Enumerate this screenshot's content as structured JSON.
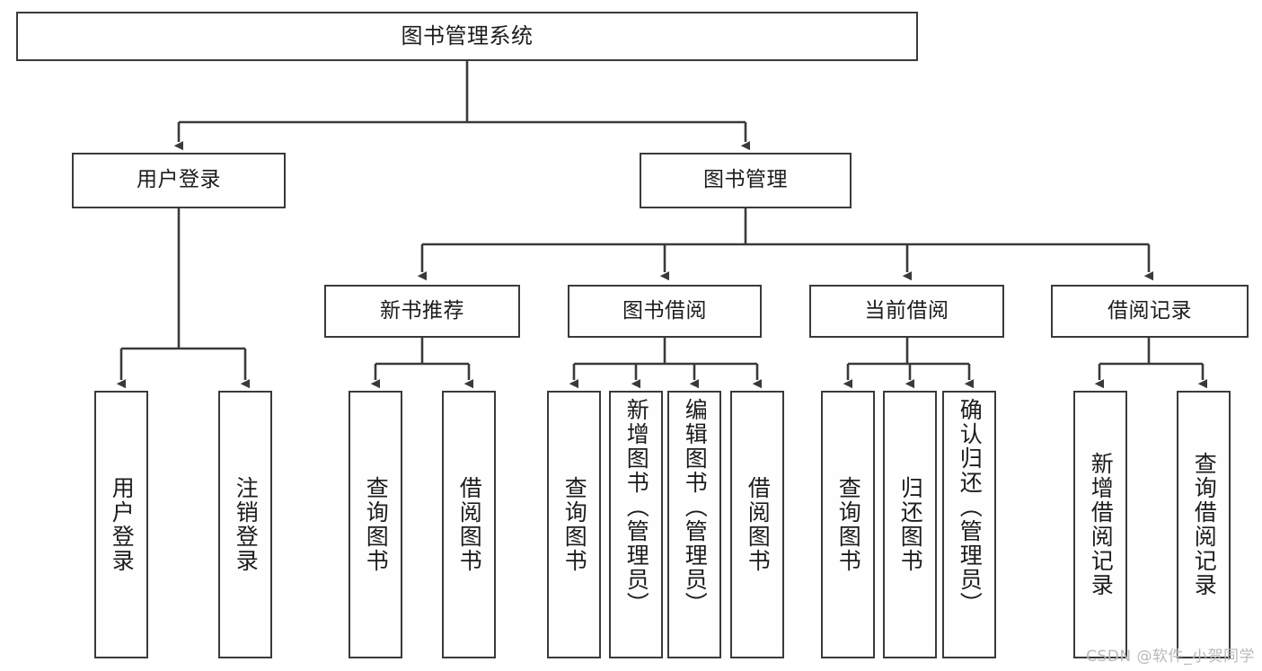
{
  "diagram": {
    "title": "图书管理系统",
    "type": "tree-hierarchy-chart",
    "watermark": "CSDN @软件_小贺同学",
    "colors": {
      "box_border": "#3a3a3a",
      "box_fill": "#fefefe",
      "edge": "#3a3a3a",
      "text": "#1c1c1c",
      "watermark": "#b9b9b9",
      "background": "#ffffff"
    }
  },
  "nodes": {
    "root": {
      "label": "图书管理系统"
    },
    "level2": [
      {
        "label": "用户登录"
      },
      {
        "label": "图书管理"
      }
    ],
    "level3": [
      {
        "label": "新书推荐"
      },
      {
        "label": "图书借阅"
      },
      {
        "label": "当前借阅"
      },
      {
        "label": "借阅记录"
      }
    ],
    "leaves": {
      "user_login": [
        {
          "label": "用户登录"
        },
        {
          "label": "注销登录"
        }
      ],
      "new_book_recommend": [
        {
          "label": "查询图书"
        },
        {
          "label": "借阅图书"
        }
      ],
      "book_borrow": [
        {
          "label": "查询图书"
        },
        {
          "label": "新增图书（管理员）"
        },
        {
          "label": "编辑图书（管理员）"
        },
        {
          "label": "借阅图书"
        }
      ],
      "current_borrow": [
        {
          "label": "查询图书"
        },
        {
          "label": "归还图书"
        },
        {
          "label": "确认归还（管理员）"
        }
      ],
      "borrow_record": [
        {
          "label": "新增借阅记录"
        },
        {
          "label": "查询借阅记录"
        }
      ]
    }
  }
}
